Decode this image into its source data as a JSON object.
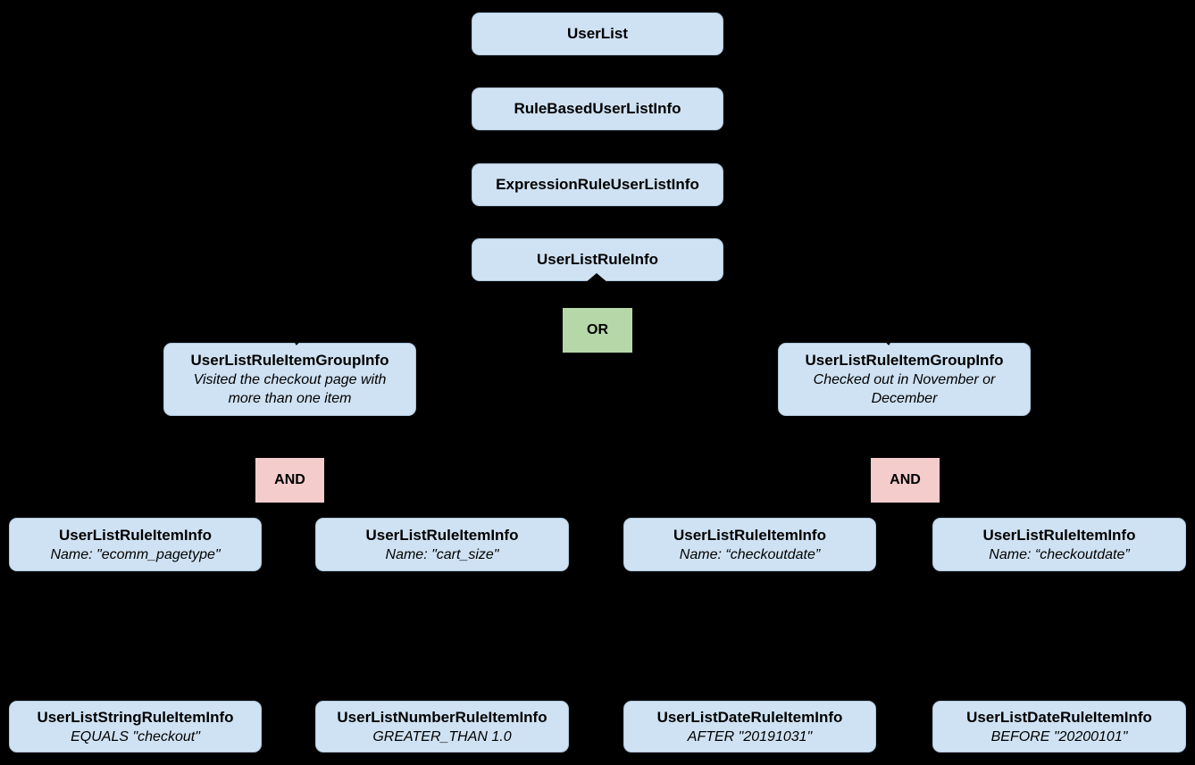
{
  "diagram": {
    "colors": {
      "background": "#000000",
      "class_fill": "#cfe2f3",
      "or_fill": "#b6d7a8",
      "and_fill": "#f4cccc",
      "text": "#000000"
    },
    "nodes": {
      "user_list": {
        "label": "UserList"
      },
      "rule_based": {
        "label": "RuleBasedUserListInfo"
      },
      "expression_rule": {
        "label": "ExpressionRuleUserListInfo"
      },
      "user_list_rule": {
        "label": "UserListRuleInfo"
      },
      "or_operator": {
        "label": "OR"
      },
      "group_left": {
        "label": "UserListRuleItemGroupInfo",
        "description": "Visited the checkout page with more than one item"
      },
      "group_right": {
        "label": "UserListRuleItemGroupInfo",
        "description": "Checked out in November or December"
      },
      "and_left": {
        "label": "AND"
      },
      "and_right": {
        "label": "AND"
      },
      "item_ecomm": {
        "label": "UserListRuleItemInfo",
        "description": "Name: \"ecomm_pagetype\""
      },
      "item_cart": {
        "label": "UserListRuleItemInfo",
        "description": "Name: \"cart_size\""
      },
      "item_checkout1": {
        "label": "UserListRuleItemInfo",
        "description": "Name: “checkoutdate”"
      },
      "item_checkout2": {
        "label": "UserListRuleItemInfo",
        "description": "Name: “checkoutdate”"
      },
      "leaf_string": {
        "label": "UserListStringRuleItemInfo",
        "description": "EQUALS \"checkout\""
      },
      "leaf_number": {
        "label": "UserListNumberRuleItemInfo",
        "description": "GREATER_THAN 1.0"
      },
      "leaf_date_after": {
        "label": "UserListDateRuleItemInfo",
        "description": "AFTER \"20191031\""
      },
      "leaf_date_before": {
        "label": "UserListDateRuleItemInfo",
        "description": "BEFORE \"20200101\""
      }
    }
  }
}
